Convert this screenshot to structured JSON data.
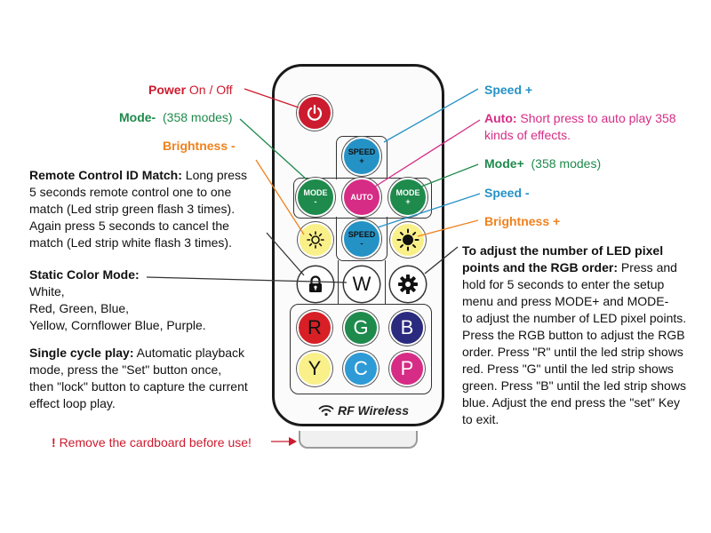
{
  "labels": {
    "power": {
      "bold": "Power",
      "rest": " On / Off"
    },
    "mode_minus": {
      "bold": "Mode-",
      "rest": "(358 modes)"
    },
    "brightness_minus": "Brightness -",
    "remote_id": {
      "bold": "Remote Control ID Match:",
      "rest1": " Long press",
      "lines": [
        "5 seconds remote control one to one",
        "match (Led strip green flash 3 times).",
        "Again press 5 seconds to cancel the",
        "match (Led strip white flash 3 times)."
      ]
    },
    "static_color": {
      "bold": "Static Color Mode:",
      "lines": [
        "White,",
        "Red, Green, Blue,",
        "Yellow, Cornflower Blue, Purple."
      ]
    },
    "single_cycle": {
      "bold": "Single cycle play:",
      "rest1": " Automatic playback",
      "lines": [
        "mode, press the \"Set\" button once,",
        "then \"lock\" button to capture the current",
        "effect loop play."
      ]
    },
    "remove": {
      "mark": "!",
      "text": "Remove the cardboard before use!"
    },
    "speed_plus": "Speed +",
    "auto": {
      "bold": "Auto:",
      "line1": " Short press to auto play 358",
      "line2": "kinds of effects."
    },
    "mode_plus": {
      "bold": "Mode+",
      "rest": "(358 modes)"
    },
    "speed_minus": "Speed -",
    "brightness_plus": "Brightness +",
    "adjust": {
      "bold1": "To adjust the number of LED pixel",
      "bold2": "points and the RGB order:",
      "rest2": " Press and",
      "lines": [
        "hold for 5 seconds to enter the setup",
        "menu and press MODE+ and MODE-",
        "to adjust the number of LED pixel points.",
        "Press the RGB button to adjust the RGB",
        "order. Press \"R\" until the led strip shows",
        "red. Press \"G\" until the led strip shows",
        "green. Press \"B\" until the led strip shows",
        "blue. Adjust the end press the \"set\" Key",
        "to exit."
      ]
    }
  },
  "remote": {
    "speed_plus_btn": [
      "SPEED",
      "+"
    ],
    "mode_minus_btn": [
      "MODE",
      "-"
    ],
    "auto_btn": "AUTO",
    "mode_plus_btn": [
      "MODE",
      "+"
    ],
    "speed_minus_btn": [
      "SPEED",
      "-"
    ],
    "w_btn": "W",
    "color_buttons": [
      "R",
      "G",
      "B",
      "Y",
      "C",
      "P"
    ],
    "wireless_label": "RF Wireless"
  },
  "colors": {
    "red": "#cc1b2e",
    "green": "#1e8a4c",
    "blue": "#2592c6",
    "magenta": "#d62c85",
    "orange": "#f0821e",
    "yellow": "#faf08a"
  }
}
